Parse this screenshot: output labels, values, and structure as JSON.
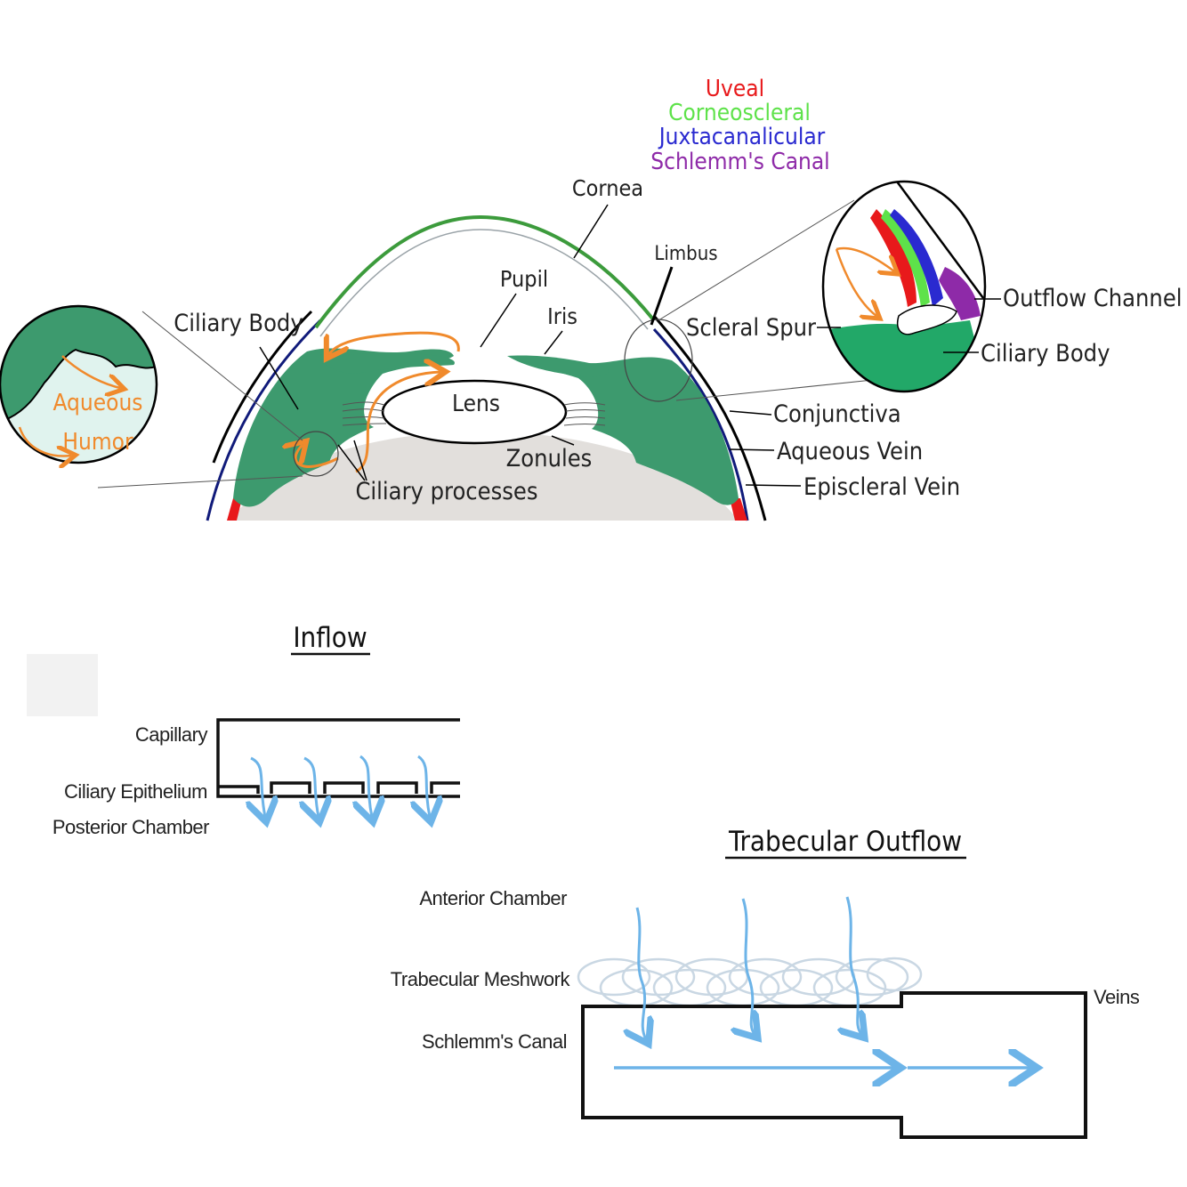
{
  "legend": {
    "uveal": "Uveal",
    "corneoscleral": "Corneoscleral",
    "juxtacanalicular": "Juxtacanalicular",
    "schlemms": "Schlemm's Canal"
  },
  "eye_labels": {
    "cornea": "Cornea",
    "limbus": "Limbus",
    "pupil": "Pupil",
    "iris": "Iris",
    "ciliary_body": "Ciliary Body",
    "scleral_spur": "Scleral Spur",
    "lens": "Lens",
    "zonules": "Zonules",
    "ciliary_processes": "Ciliary processes",
    "conjunctiva": "Conjunctiva",
    "aqueous_vein": "Aqueous Vein",
    "episcleral_vein": "Episcleral Vein",
    "outflow_channel": "Outflow Channel",
    "ciliary_body_inset": "Ciliary Body",
    "aqueous": "Aqueous",
    "humor": "Humor"
  },
  "inflow": {
    "title": "Inflow",
    "capillary": "Capillary",
    "ciliary_epithelium": "Ciliary Epithelium",
    "posterior_chamber": "Posterior Chamber"
  },
  "outflow": {
    "title": "Trabecular Outflow",
    "anterior_chamber": "Anterior Chamber",
    "trabecular_meshwork": "Trabecular Meshwork",
    "schlemms_canal": "Schlemm's Canal",
    "veins": "Veins"
  },
  "colors": {
    "uveal": "#e8191b",
    "corneoscleral": "#5ee24a",
    "juxtacanalicular": "#2a2ad0",
    "schlemms": "#8e2aa8",
    "tissue": "#3d9a6e",
    "aqueous_arrow": "#f08a2c",
    "flow_arrow": "#6db4e8"
  }
}
